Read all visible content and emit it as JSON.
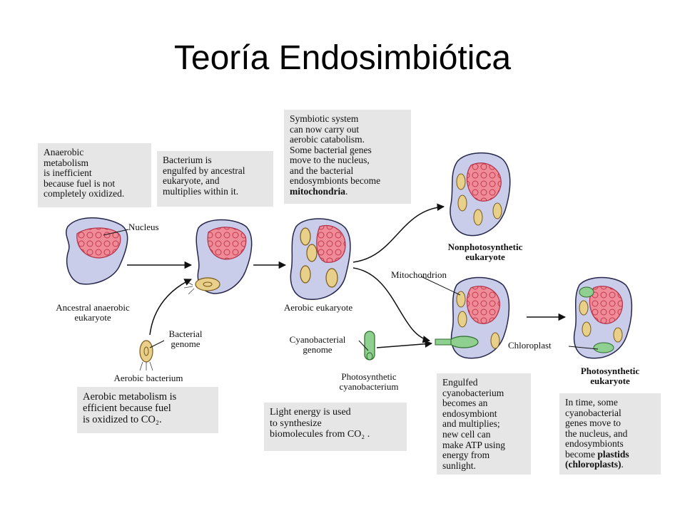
{
  "title": "Teoría Endosimbiótica",
  "boxes": {
    "anaerobic": "Anaerobic\nmetabolism\nis inefficient\nbecause fuel is not\ncompletely oxidized.",
    "bacterium_engulfed": "Bacterium is\nengulfed by ancestral\neukaryote, and\nmultiplies within it.",
    "symbiotic_prefix": "Symbiotic system\ncan now carry out\naerobic catabolism.\nSome bacterial genes\nmove to the nucleus,\nand the bacterial\nendosymbionts become ",
    "symbiotic_bold": "mitochondria",
    "symbiotic_suffix": ".",
    "aerobic_metabolism": "Aerobic metabolism is\nefficient because fuel\nis oxidized to CO₂.",
    "light_energy": "Light energy is used\nto synthesize\nbiomolecules from CO₂ .",
    "engulfed_cyano": "Engulfed\ncyanobacterium\nbecomes an\nendosymbiont\nand multiplies;\nnew cell can\nmake ATP using\nenergy from\nsunlight.",
    "in_time_prefix": "In time, some\ncyanobacterial\ngenes move to\nthe nucleus, and\nendosymbionts\nbecome ",
    "in_time_bold": "plastids\n(chloroplasts)",
    "in_time_suffix": "."
  },
  "labels": {
    "nucleus": "Nucleus",
    "ancestral": "Ancestral anaerobic\neukaryote",
    "bacterial_genome": "Bacterial\ngenome",
    "aerobic_bacterium": "Aerobic bacterium",
    "aerobic_eukaryote": "Aerobic eukaryote",
    "nonphotosynthetic": "Nonphotosynthetic\neukaryote",
    "mitochondrion": "Mitochondrion",
    "cyanobacterial_genome": "Cyanobacterial\ngenome",
    "photosynthetic_cyano": "Photosynthetic\ncyanobacterium",
    "chloroplast": "Chloroplast",
    "photosynthetic_euk": "Photosynthetic\neukaryote"
  },
  "colors": {
    "cell_fill": "#c9cdea",
    "cell_stroke": "#26264a",
    "nucleus_fill": "#f08c98",
    "mito_fill": "#e8cf8a",
    "chloro_fill": "#8fcf8f",
    "box_bg": "#e6e6e6"
  }
}
